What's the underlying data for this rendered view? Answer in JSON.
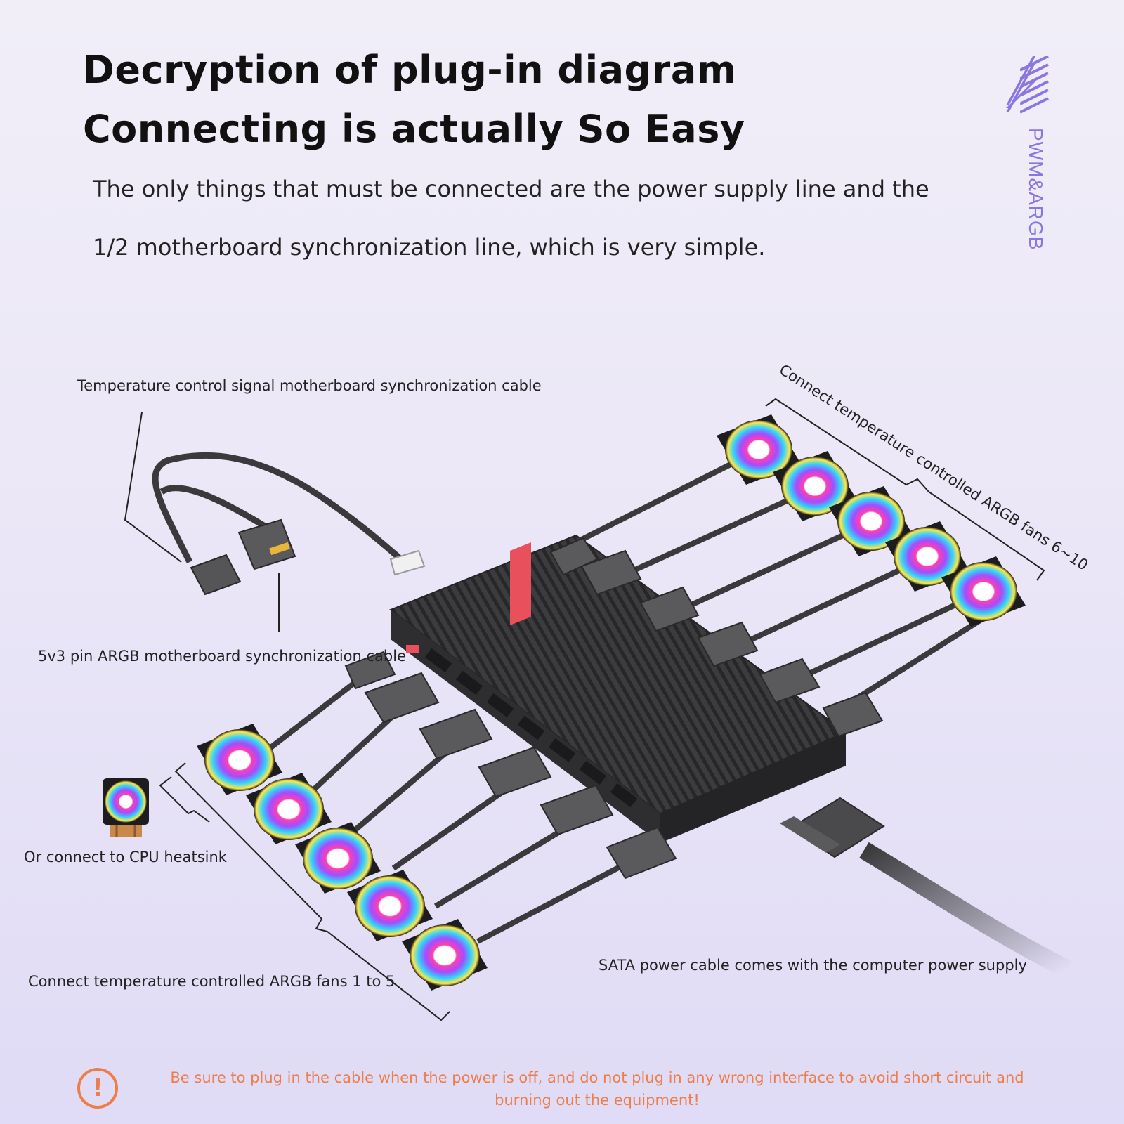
{
  "header": {
    "title_line1": "Decryption of plug-in diagram",
    "title_line2": "Connecting is actually So Easy",
    "subtitle_line1": "The only things that must be connected are the power supply line and the",
    "subtitle_line2": "1/2 motherboard synchronization line, which is very simple."
  },
  "side_tag": {
    "text": "PWM&ARGB",
    "color": "#8a78e0"
  },
  "labels": {
    "temp_cable": "Temperature control signal motherboard synchronization cable",
    "argb_cable": "5v3 pin ARGB motherboard synchronization cable",
    "fans_6_10": "Connect temperature controlled ARGB fans 6~10",
    "cpu_heatsink": "Or connect to CPU heatsink",
    "fans_1_5": "Connect temperature controlled ARGB fans 1 to 5",
    "sata": "SATA power cable comes with the computer power supply"
  },
  "warning": {
    "icon": "exclamation-icon",
    "line1": "Be sure to plug in the cable when the power is off, and do not plug in any wrong interface to avoid short circuit and",
    "line2": "burning out the equipment!",
    "color": "#ee7d4a"
  },
  "colors": {
    "hub": "#3b3b3d",
    "hub_accent": "#e8505b",
    "cable": "#3a3a3c",
    "connector": "#5a5a5c"
  }
}
